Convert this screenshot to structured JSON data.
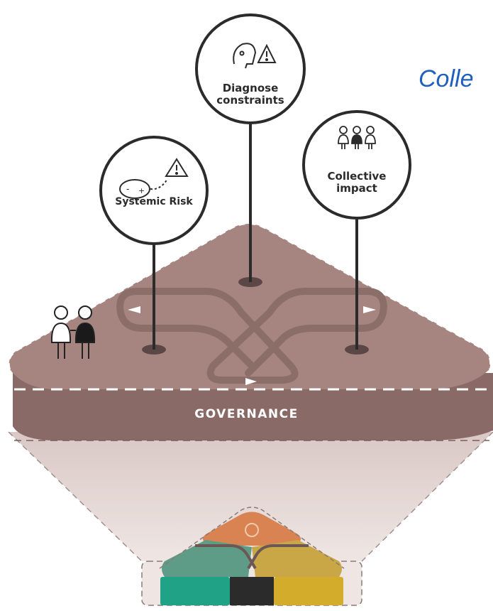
{
  "heading": "Colle",
  "nodes": [
    {
      "id": "diagnose",
      "label_line1": "Diagnose",
      "label_line2": "constraints",
      "icon": "person-warning-icon"
    },
    {
      "id": "systemic",
      "label_line1": "Systemic Risk",
      "label_line2": "",
      "icon": "cycle-warning-icon"
    },
    {
      "id": "collective",
      "label_line1": "Collective",
      "label_line2": "impact",
      "icon": "people-group-icon"
    }
  ],
  "platform_label": "GOVERNANCE",
  "colors": {
    "platform_top": "#a68580",
    "platform_side": "#8a6a66",
    "path": "#8c6e69",
    "accent_blue": "#1f5fbf",
    "mini_orange": "#d98252",
    "mini_teal": "#5f9c88",
    "mini_gold": "#c9a646",
    "base_teal": "#1fa286",
    "base_black": "#2b2b2b",
    "base_gold": "#d4ac2b"
  }
}
